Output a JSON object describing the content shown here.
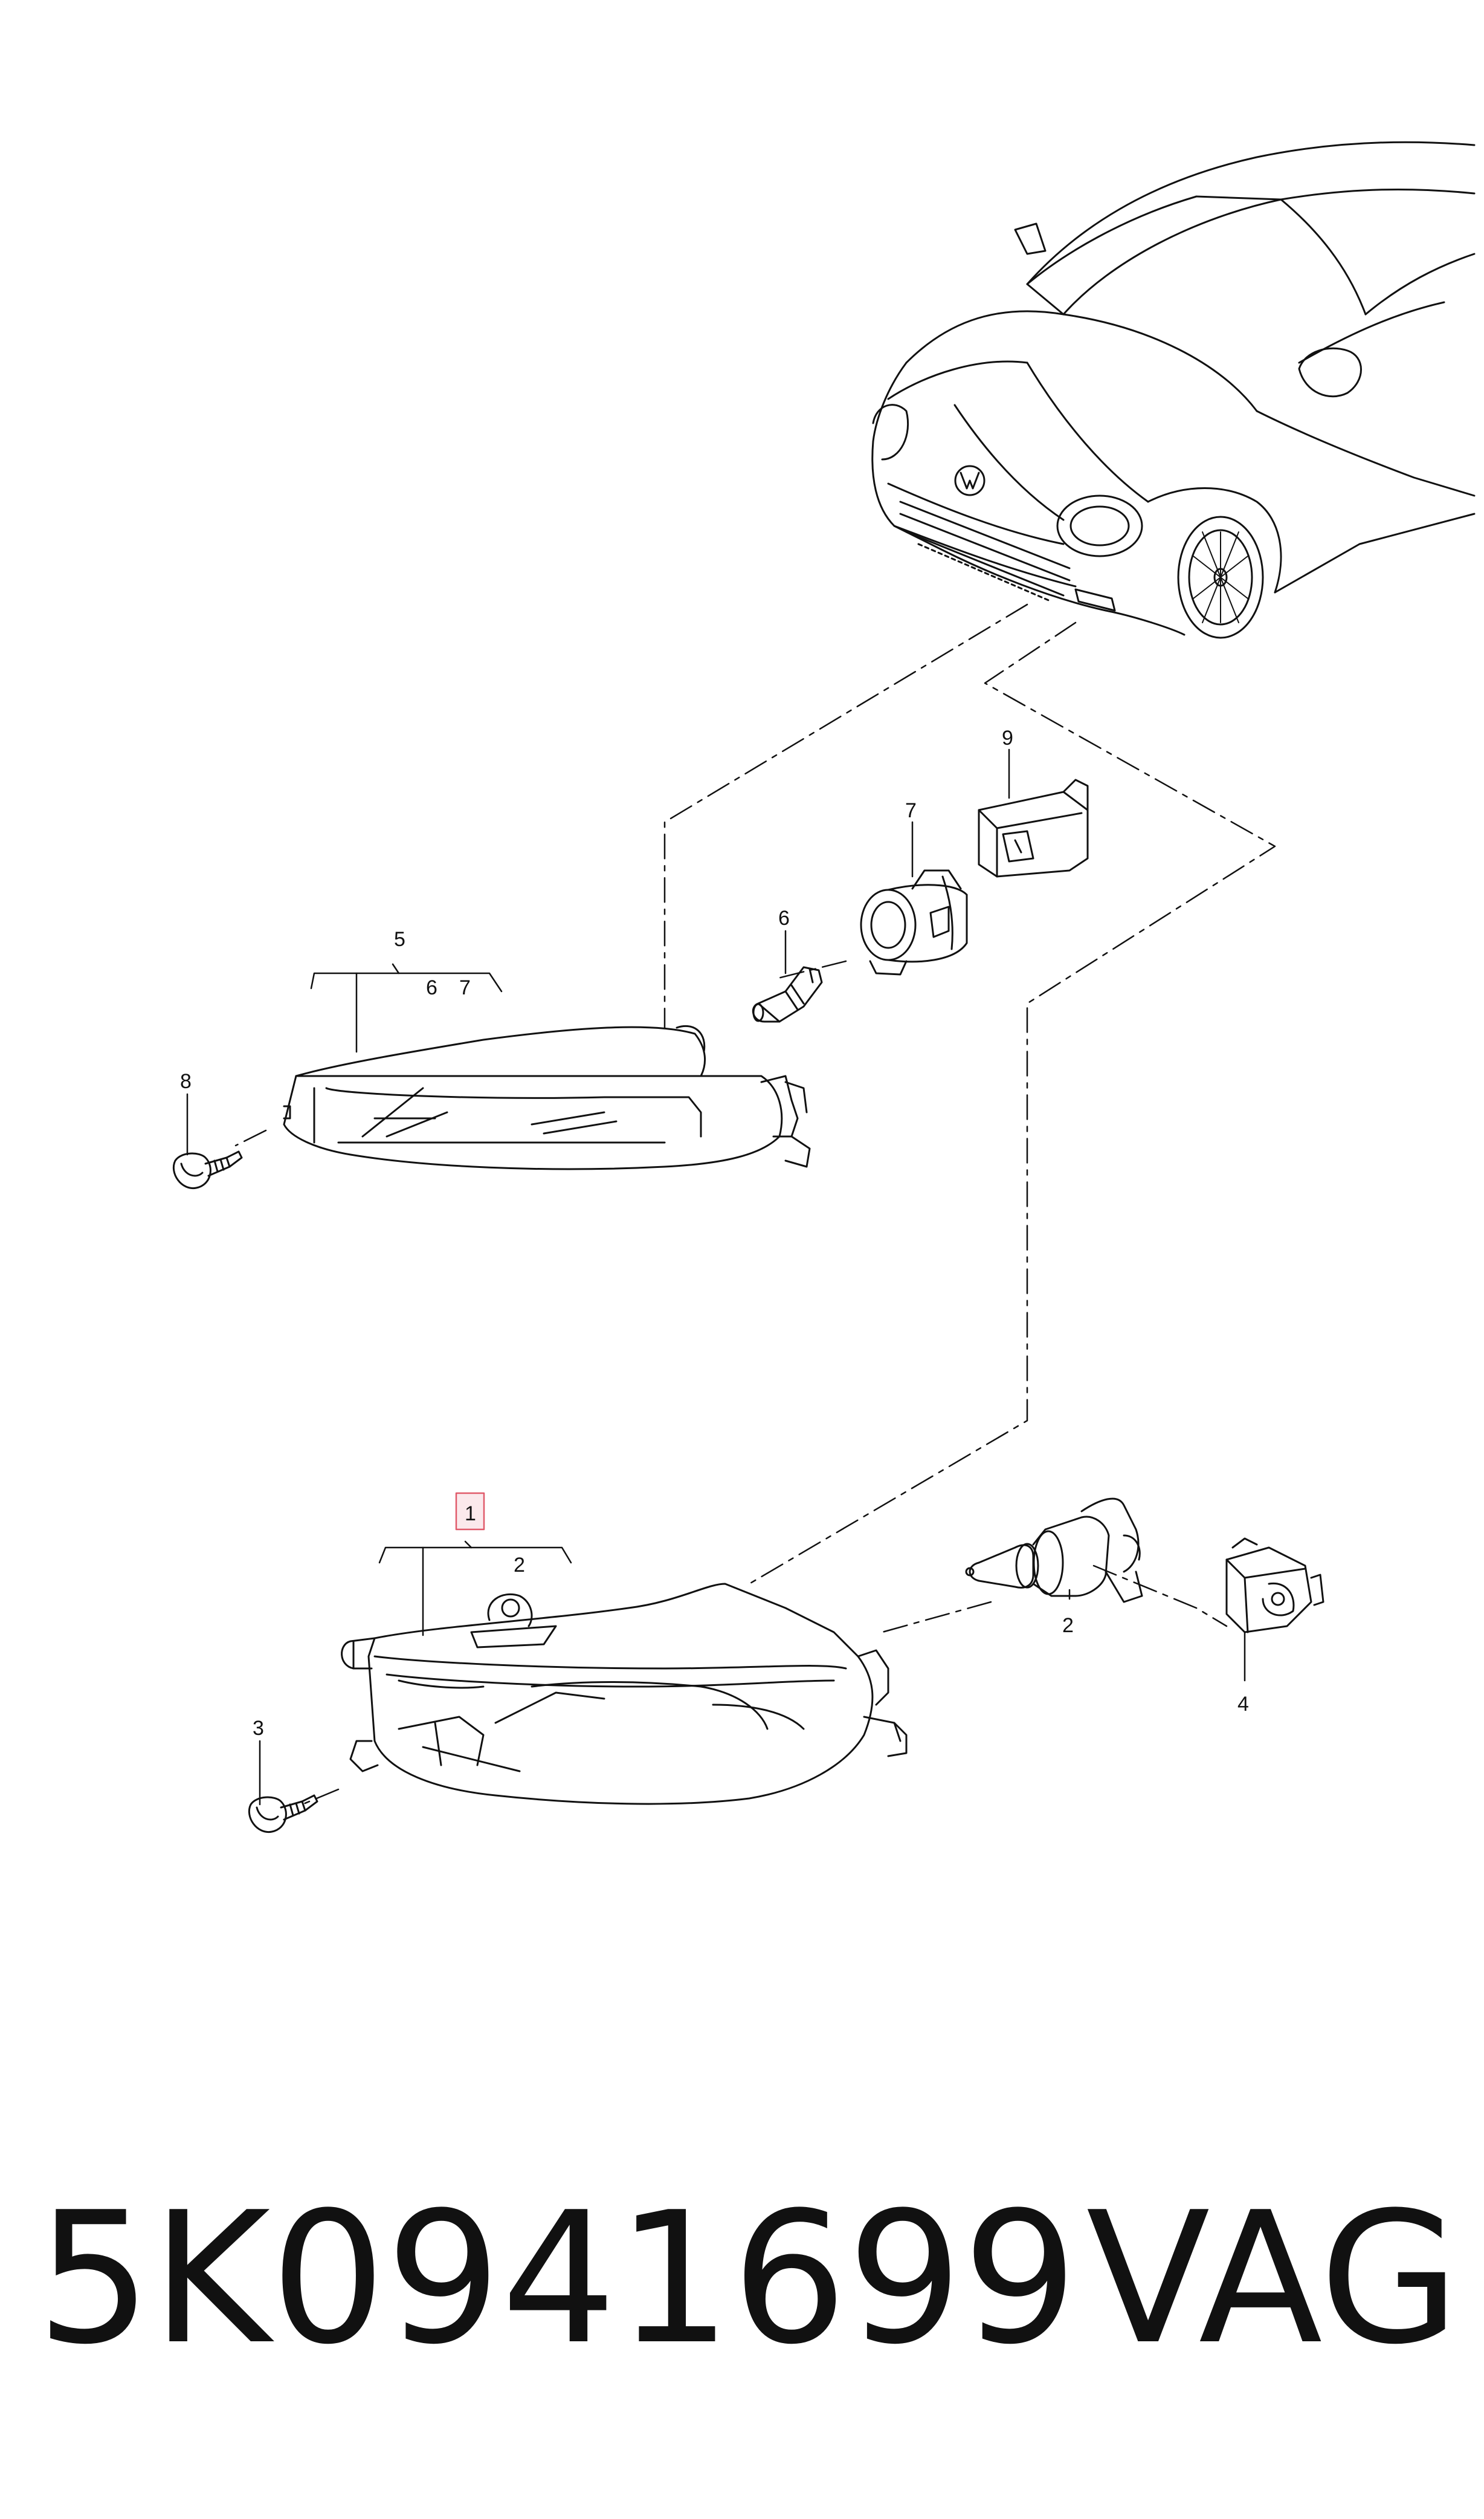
{
  "diagram": {
    "callouts": [
      {
        "id": "c1",
        "label": "1",
        "highlighted": true
      },
      {
        "id": "c2a",
        "label": "2"
      },
      {
        "id": "c2b",
        "label": "2"
      },
      {
        "id": "c3",
        "label": "3"
      },
      {
        "id": "c4",
        "label": "4"
      },
      {
        "id": "c5",
        "label": "5"
      },
      {
        "id": "c6a",
        "label": "6"
      },
      {
        "id": "c6b",
        "label": "6"
      },
      {
        "id": "c7a",
        "label": "7"
      },
      {
        "id": "c7b",
        "label": "7"
      },
      {
        "id": "c8",
        "label": "8"
      },
      {
        "id": "c9",
        "label": "9"
      }
    ],
    "highlight_color": "#e05a6a"
  },
  "footer": {
    "part_number": "5K0941699",
    "brand": "VAG"
  }
}
